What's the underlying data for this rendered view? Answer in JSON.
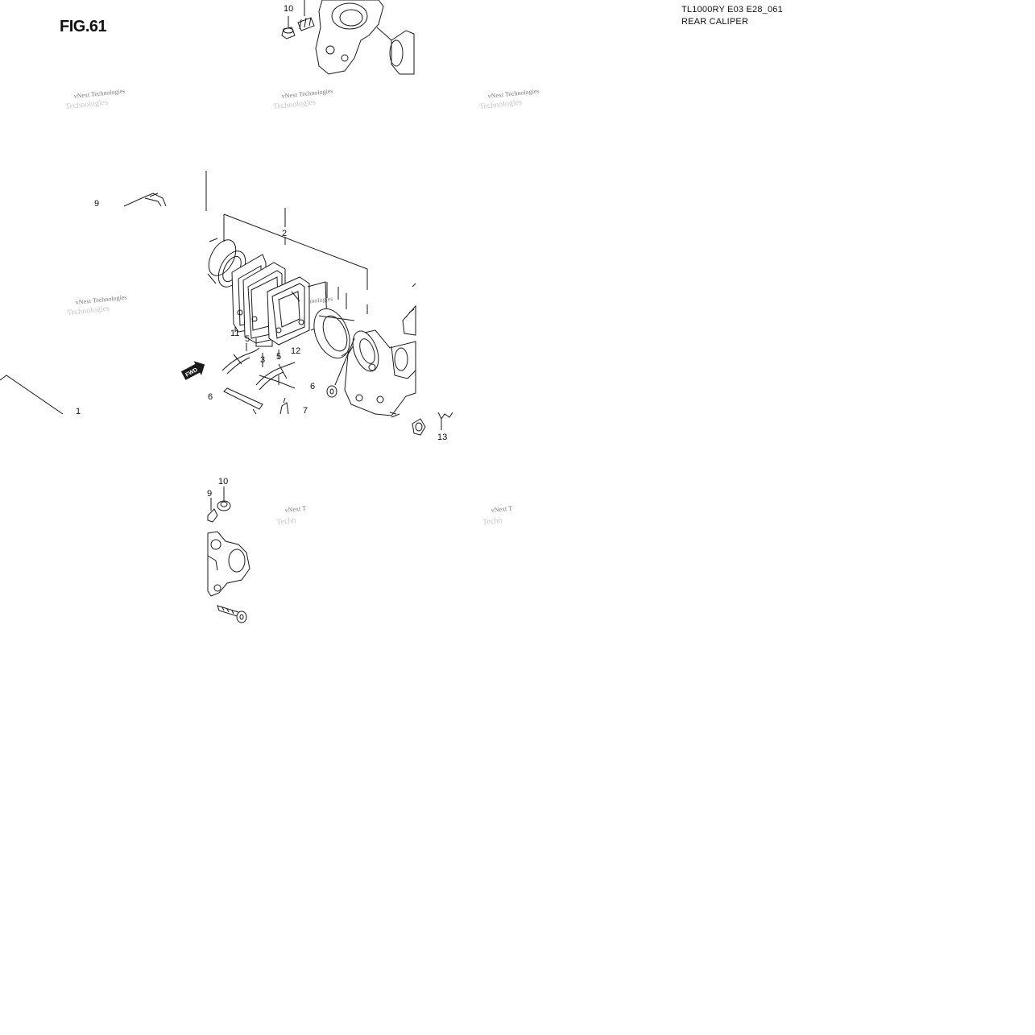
{
  "figure": {
    "title": "FIG.61",
    "model_code": "TL1000RY E03 E28_061",
    "section": "REAR CALIPER"
  },
  "fwd_marker": "FWD",
  "callouts": [
    "10",
    "9",
    "2",
    "11",
    "5",
    "3",
    "5",
    "12",
    "6",
    "6",
    "7",
    "1",
    "13",
    "10",
    "9"
  ],
  "watermark": {
    "line1": "vNext Technologies",
    "line2": "Technologies"
  },
  "colors": {
    "line": "#1a1a1a",
    "background": "#ffffff",
    "watermark": "#7a7a7a"
  }
}
